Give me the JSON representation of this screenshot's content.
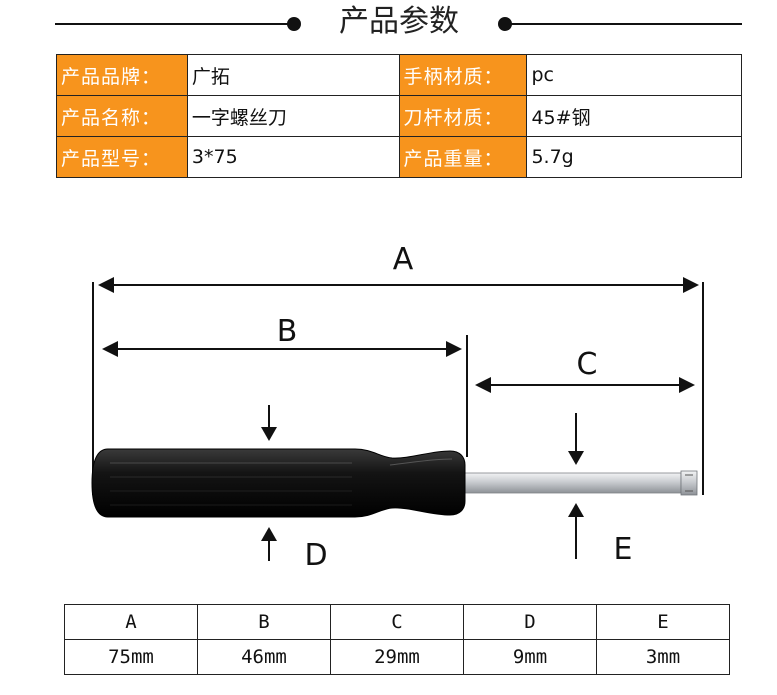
{
  "header": {
    "title": "产品参数"
  },
  "specs": [
    {
      "k1": "产品品牌：",
      "v1": "广拓",
      "k2": "手柄材质：",
      "v2": "pc"
    },
    {
      "k1": "产品名称：",
      "v1": "一字螺丝刀",
      "k2": "刀杆材质：",
      "v2": "45#钢"
    },
    {
      "k1": "产品型号：",
      "v1": "3*75",
      "k2": "产品重量：",
      "v2": "5.7g"
    }
  ],
  "diagram": {
    "labels": {
      "a": "A",
      "b": "B",
      "c": "C",
      "d": "D",
      "e": "E"
    }
  },
  "dimensions": {
    "headers": [
      "A",
      "B",
      "C",
      "D",
      "E"
    ],
    "values": [
      "75mm",
      "46mm",
      "29mm",
      "9mm",
      "3mm"
    ]
  },
  "colors": {
    "accent": "#f7941d",
    "handle": "#111111",
    "shaft": "#c9ccd0"
  }
}
